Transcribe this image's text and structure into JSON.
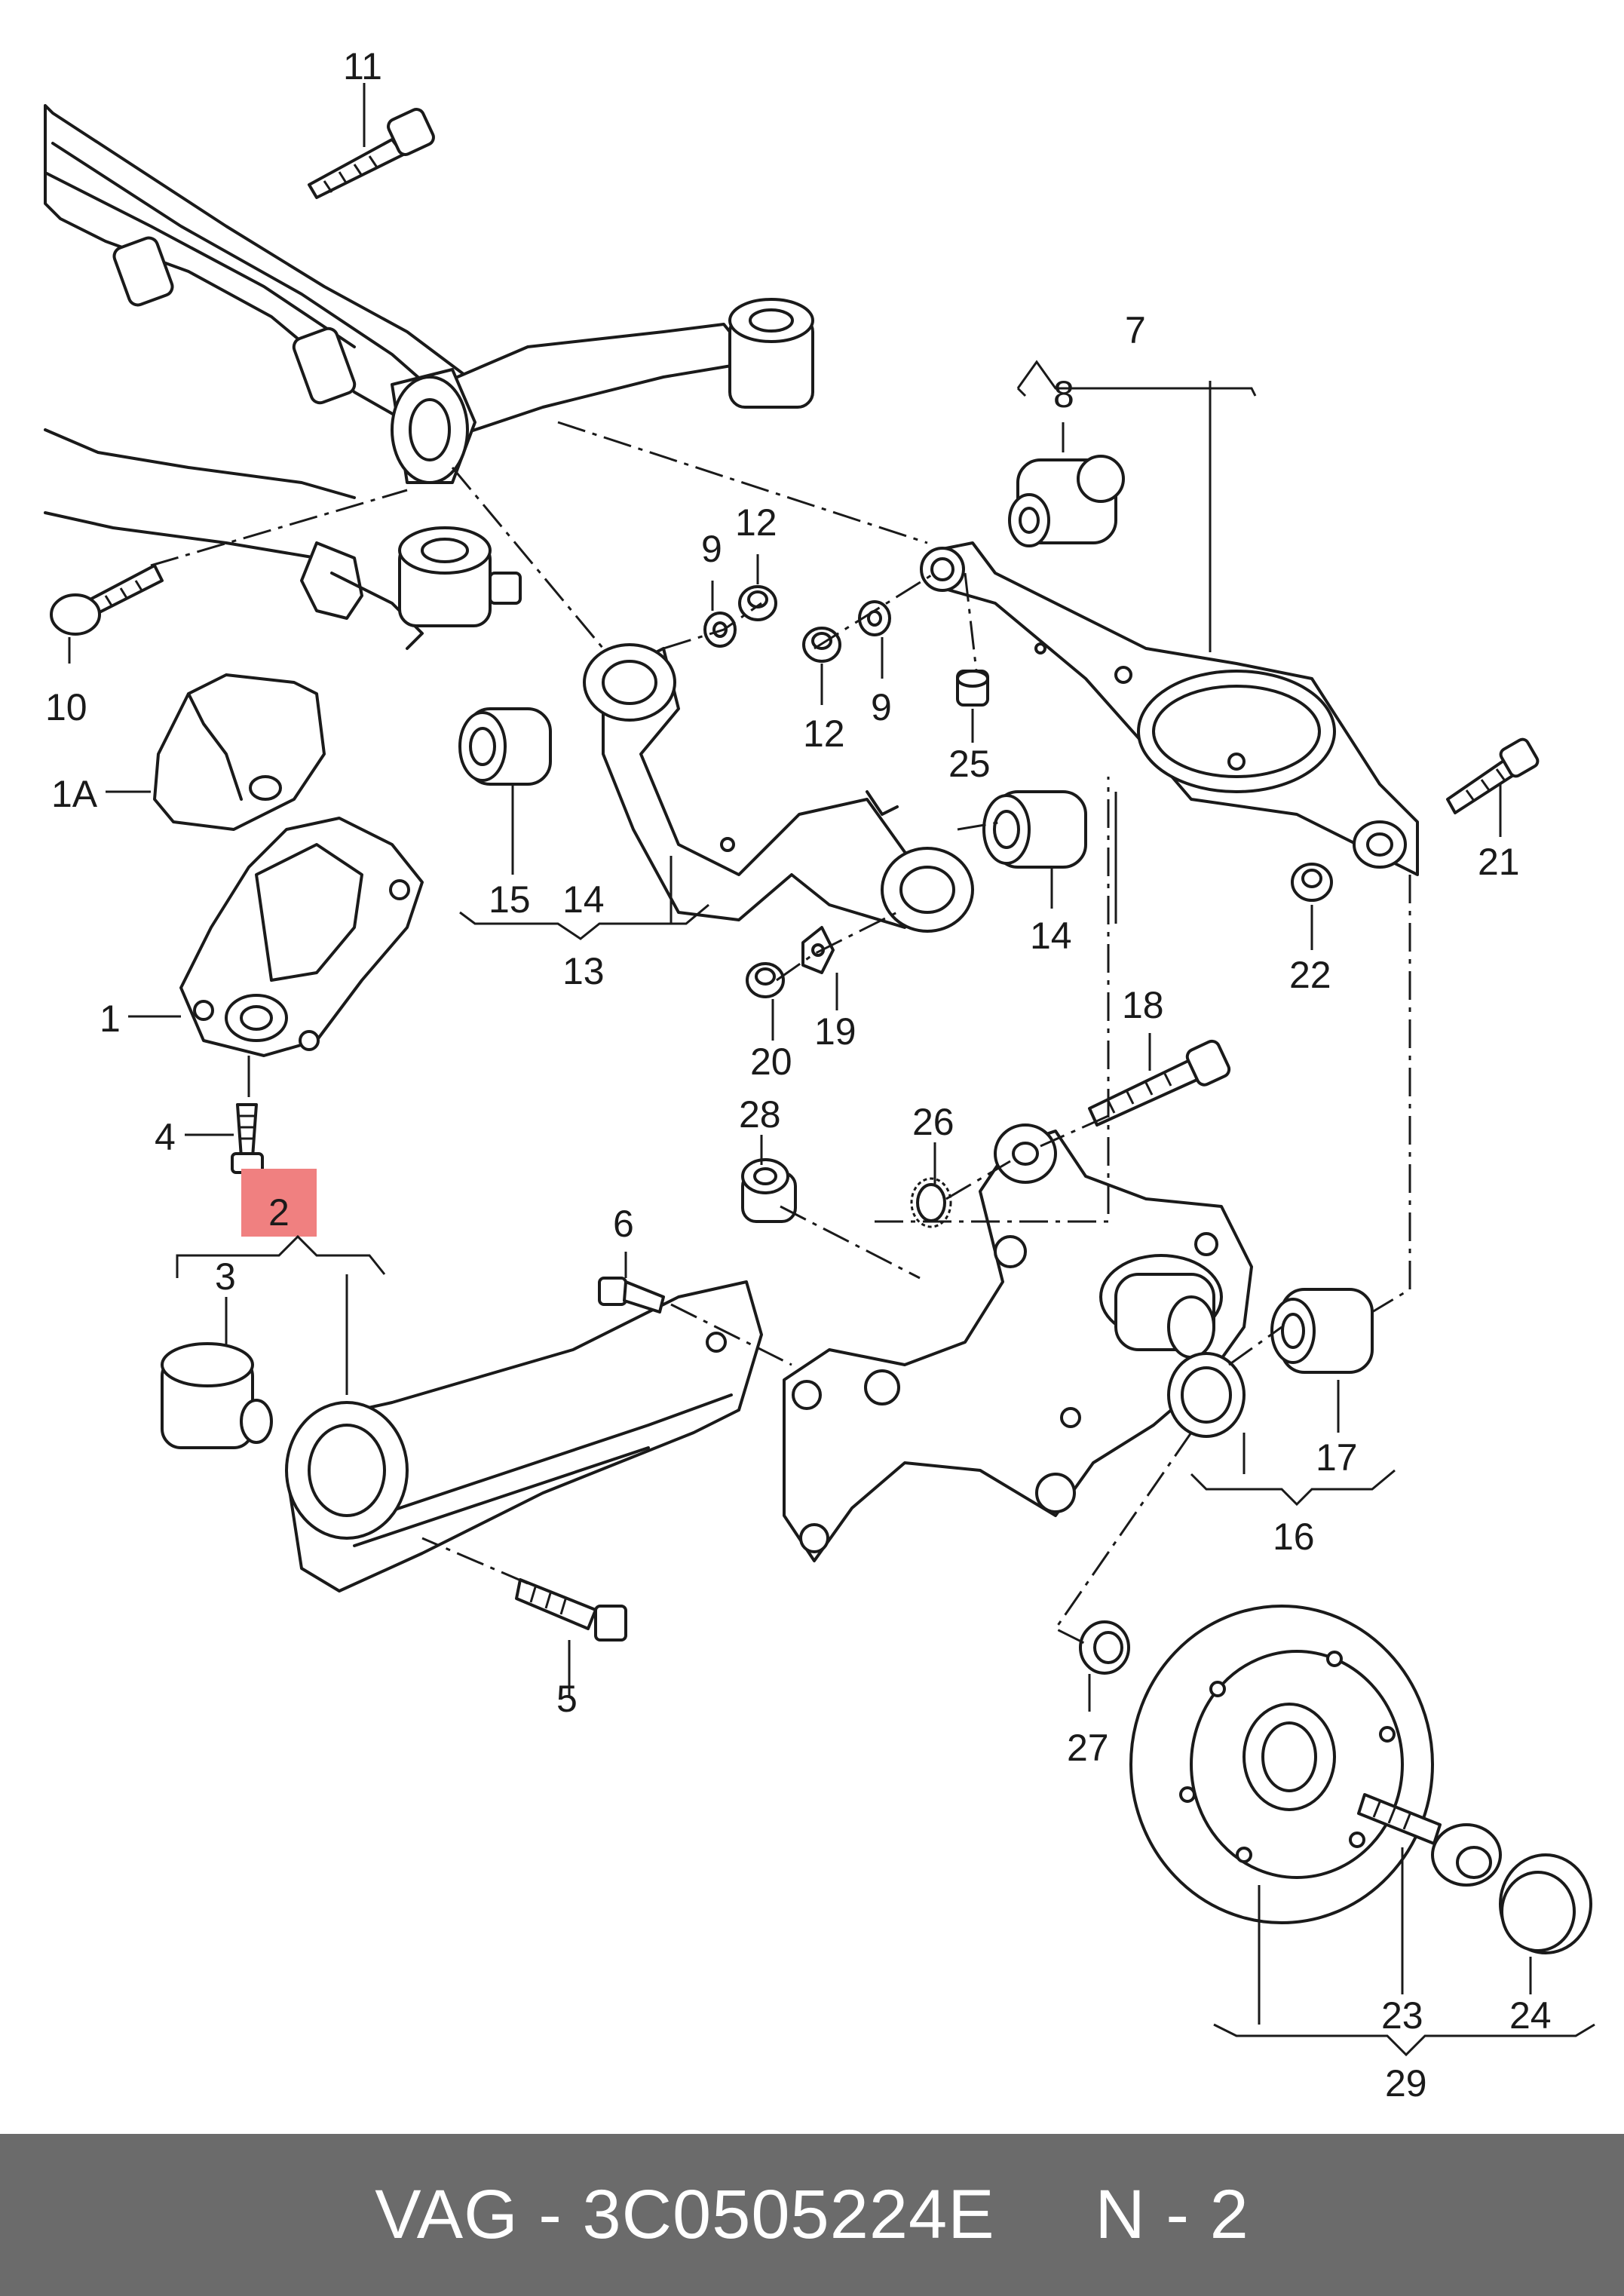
{
  "callouts": {
    "c1": "1",
    "c1a": "1A",
    "c2": "2",
    "c3": "3",
    "c4": "4",
    "c5": "5",
    "c6": "6",
    "c7": "7",
    "c8": "8",
    "c9a": "9",
    "c9b": "9",
    "c10": "10",
    "c11": "11",
    "c12a": "12",
    "c12b": "12",
    "c13": "13",
    "c14a": "14",
    "c14b": "14",
    "c15": "15",
    "c16": "16",
    "c17": "17",
    "c18": "18",
    "c19": "19",
    "c20": "20",
    "c21": "21",
    "c22": "22",
    "c23": "23",
    "c24": "24",
    "c25": "25",
    "c26": "26",
    "c27": "27",
    "c28": "28",
    "c29": "29"
  },
  "highlight_color": "#f08080",
  "footer": {
    "brand": "VAG",
    "part_number": "3C0505224E",
    "position": "N - 2"
  }
}
